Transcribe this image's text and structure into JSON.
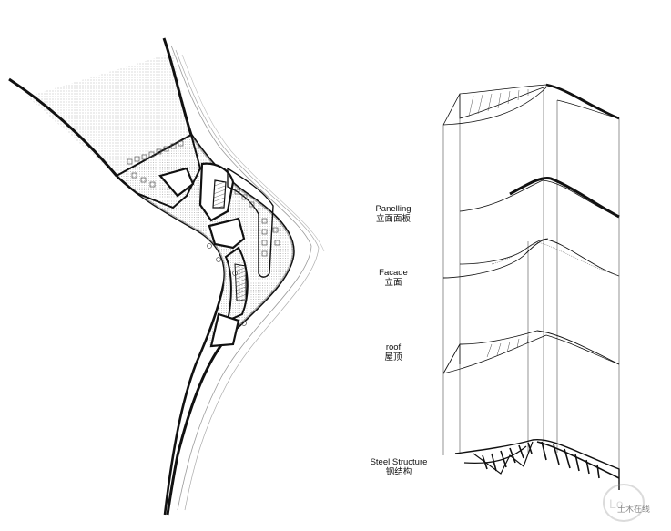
{
  "layers": [
    {
      "id": "panelling",
      "label_en": "Panelling",
      "label_zh": "立面面板"
    },
    {
      "id": "facade",
      "label_en": "Facade",
      "label_zh": "立面"
    },
    {
      "id": "roof",
      "label_en": "roof",
      "label_zh": "屋顶"
    },
    {
      "id": "steel",
      "label_en": "Steel Structure",
      "label_zh": "钢结构"
    }
  ],
  "watermark": {
    "text": "土木在线"
  }
}
